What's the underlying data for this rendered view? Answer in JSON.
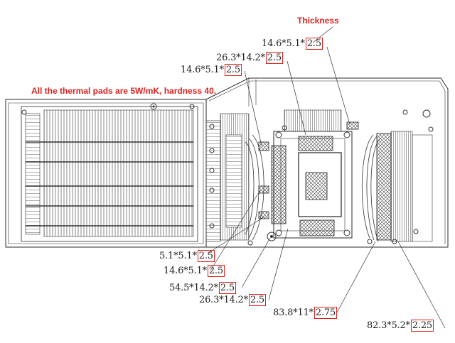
{
  "header": {
    "thickness_title": "Thickness",
    "note": "All the thermal pads are 5W/mK, hardness 40."
  },
  "pads_top": [
    {
      "dims": "14.6*5.1*",
      "thickness": "2.5"
    },
    {
      "dims": "26.3*14.2*",
      "thickness": "2.5"
    },
    {
      "dims": "14.6*5.1*",
      "thickness": "2.5"
    }
  ],
  "pads_bottom": [
    {
      "dims": "5.1*5.1*",
      "thickness": "2.5"
    },
    {
      "dims": "14.6*5.1*",
      "thickness": "2.5"
    },
    {
      "dims": "54.5*14.2*",
      "thickness": "2.5"
    },
    {
      "dims": "26.3*14.2*",
      "thickness": "2.5"
    },
    {
      "dims": "83.8*11*",
      "thickness": "2.75"
    },
    {
      "dims": "82.3*5.2*",
      "thickness": "2.25"
    }
  ],
  "colors": {
    "accent": "#e0201c",
    "line": "#2a2a2a"
  }
}
